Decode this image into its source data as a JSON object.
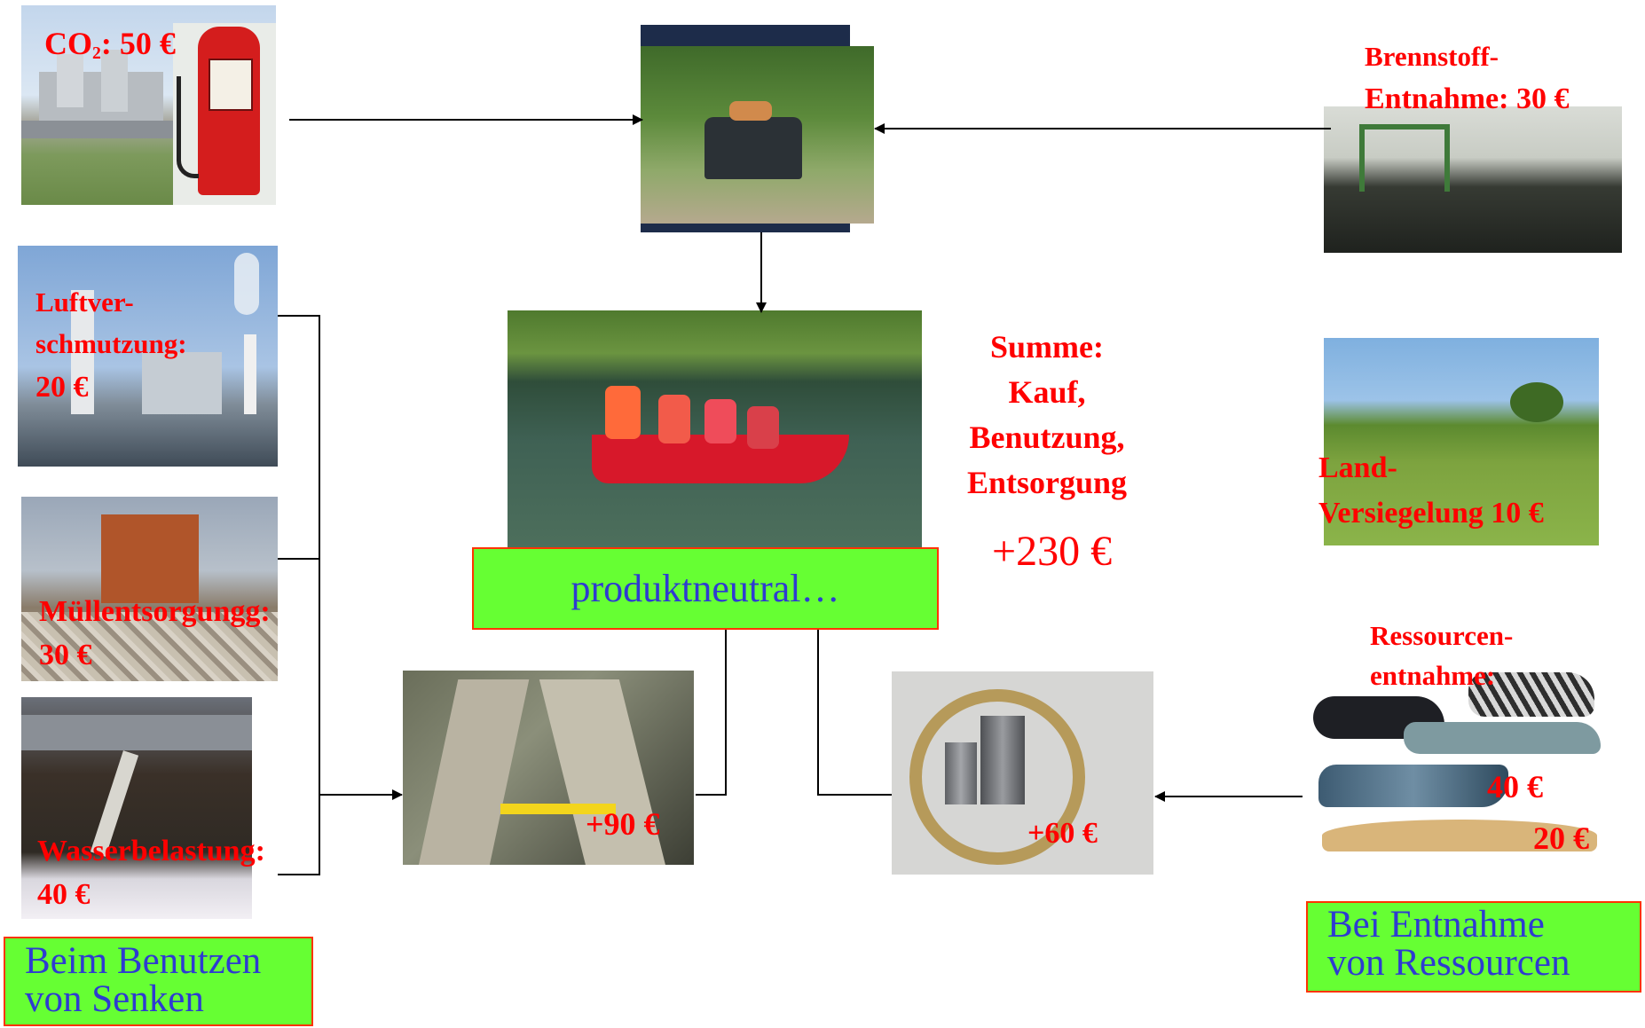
{
  "colors": {
    "label_red": "#ff0000",
    "box_green": "#66ff33",
    "box_border": "#ff3300",
    "box_text_blue": "#2e3bd1",
    "arrow": "#000000"
  },
  "top_left": {
    "co2_prefix": "CO",
    "co2_sub": "2",
    "co2_value": ": 50 €"
  },
  "top_right": {
    "line1": "Brennstoff-",
    "line2": "Entnahme: 30 €"
  },
  "left_labels": {
    "air": {
      "line1": "Luftver-",
      "line2": "schmutzung:",
      "line3": "20 €"
    },
    "waste": {
      "line1": "Müllentsorgungg:",
      "line2": "30 €"
    },
    "water": {
      "line1": "Wasserbelastung:",
      "line2": "40 €"
    }
  },
  "right_labels": {
    "land": {
      "line1": "Land-",
      "line2": "Versiegelung 10 €"
    },
    "resources": {
      "line1": "Ressourcen-",
      "line2": "entnahme:",
      "value1": "40 €",
      "value2": "20 €"
    }
  },
  "summary": {
    "line1": "Summe:",
    "line2": "Kauf,",
    "line3": "Benutzung,",
    "line4": "Entsorgung",
    "total": "+230 €"
  },
  "center_box": {
    "label": "produktneutral…"
  },
  "recycling_value": "+90 €",
  "metals_value": "+60 €",
  "legend_left": {
    "line1": "Beim Benutzen",
    "line2": "von Senken"
  },
  "legend_right": {
    "line1": "Bei Entnahme",
    "line2": "von Ressourcen"
  }
}
